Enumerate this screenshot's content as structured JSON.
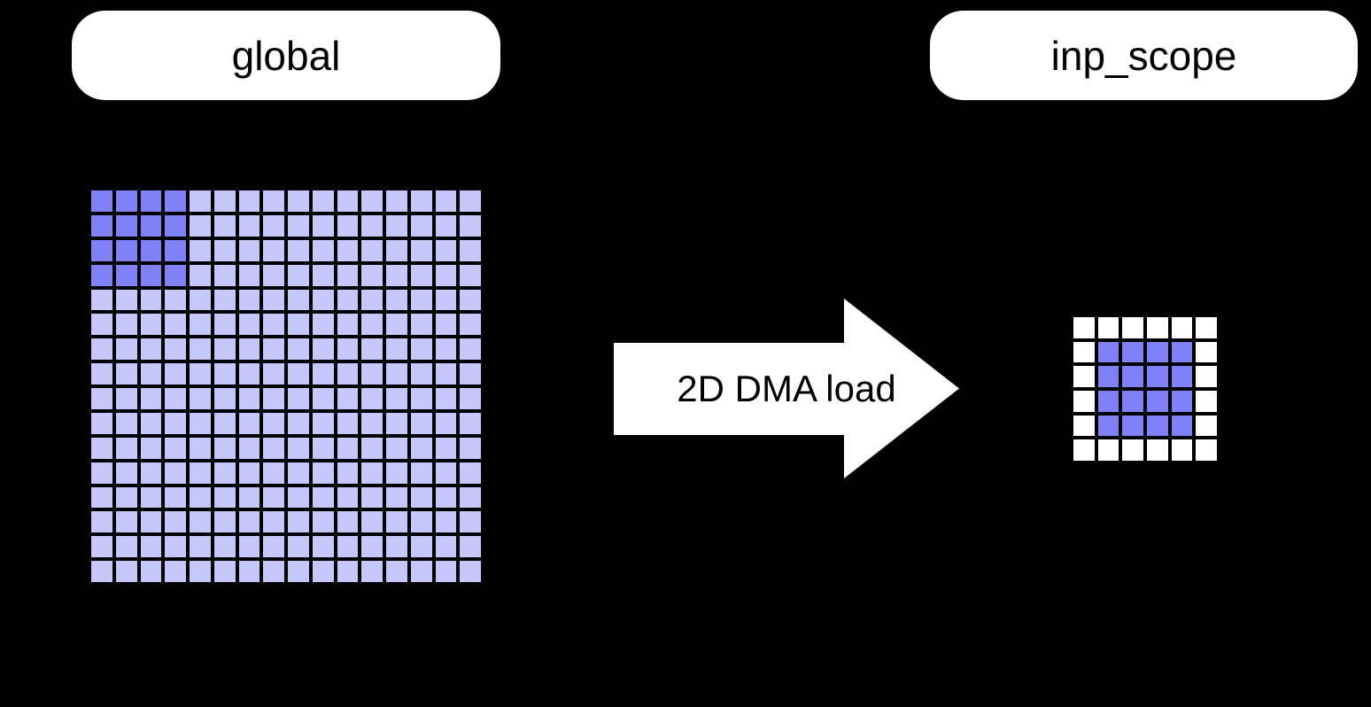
{
  "background_color": "#000000",
  "labels": {
    "global": "global",
    "inp_scope": "inp_scope"
  },
  "arrow": {
    "label": "2D DMA load",
    "fill": "#ffffff",
    "text_color": "#000000"
  },
  "global_grid": {
    "rows": 16,
    "cols": 16,
    "cell_color": "#c5c6f9",
    "highlight_color": "#8081f6",
    "highlight": {
      "row_start": 0,
      "row_end": 3,
      "col_start": 0,
      "col_end": 3
    }
  },
  "scope_grid": {
    "rows": 6,
    "cols": 6,
    "cell_color": "#ffffff",
    "highlight_color": "#8081f6",
    "highlight": {
      "row_start": 1,
      "row_end": 4,
      "col_start": 1,
      "col_end": 4
    }
  }
}
